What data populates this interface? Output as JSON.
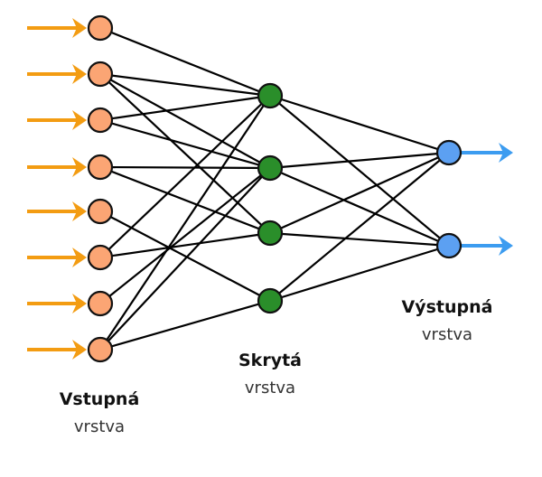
{
  "diagram": {
    "title": "Neural network",
    "layers": [
      {
        "id": "input",
        "title": "Vstupná",
        "subtitle": "vrstva",
        "node_count": 8,
        "fill": "#FBA574",
        "arrow_color": "#F39C12",
        "arrow_direction": "in"
      },
      {
        "id": "hidden",
        "title": "Skrytá",
        "subtitle": "vrstva",
        "node_count": 4,
        "fill": "#2A8E2A"
      },
      {
        "id": "output",
        "title": "Výstupná",
        "subtitle": "vrstva",
        "node_count": 2,
        "fill": "#5CA0F2",
        "arrow_color": "#3C9CF0",
        "arrow_direction": "out"
      }
    ],
    "edges_input_hidden": [
      [
        0,
        0
      ],
      [
        1,
        0
      ],
      [
        1,
        1
      ],
      [
        1,
        2
      ],
      [
        2,
        0
      ],
      [
        2,
        1
      ],
      [
        3,
        1
      ],
      [
        3,
        2
      ],
      [
        4,
        3
      ],
      [
        5,
        0
      ],
      [
        5,
        2
      ],
      [
        6,
        1
      ],
      [
        7,
        0
      ],
      [
        7,
        1
      ],
      [
        7,
        3
      ]
    ],
    "edges_hidden_output": [
      [
        0,
        0
      ],
      [
        0,
        1
      ],
      [
        1,
        0
      ],
      [
        1,
        1
      ],
      [
        2,
        0
      ],
      [
        2,
        1
      ],
      [
        3,
        0
      ],
      [
        3,
        1
      ]
    ],
    "edge_color": "#000000",
    "node_stroke": "#111111"
  }
}
